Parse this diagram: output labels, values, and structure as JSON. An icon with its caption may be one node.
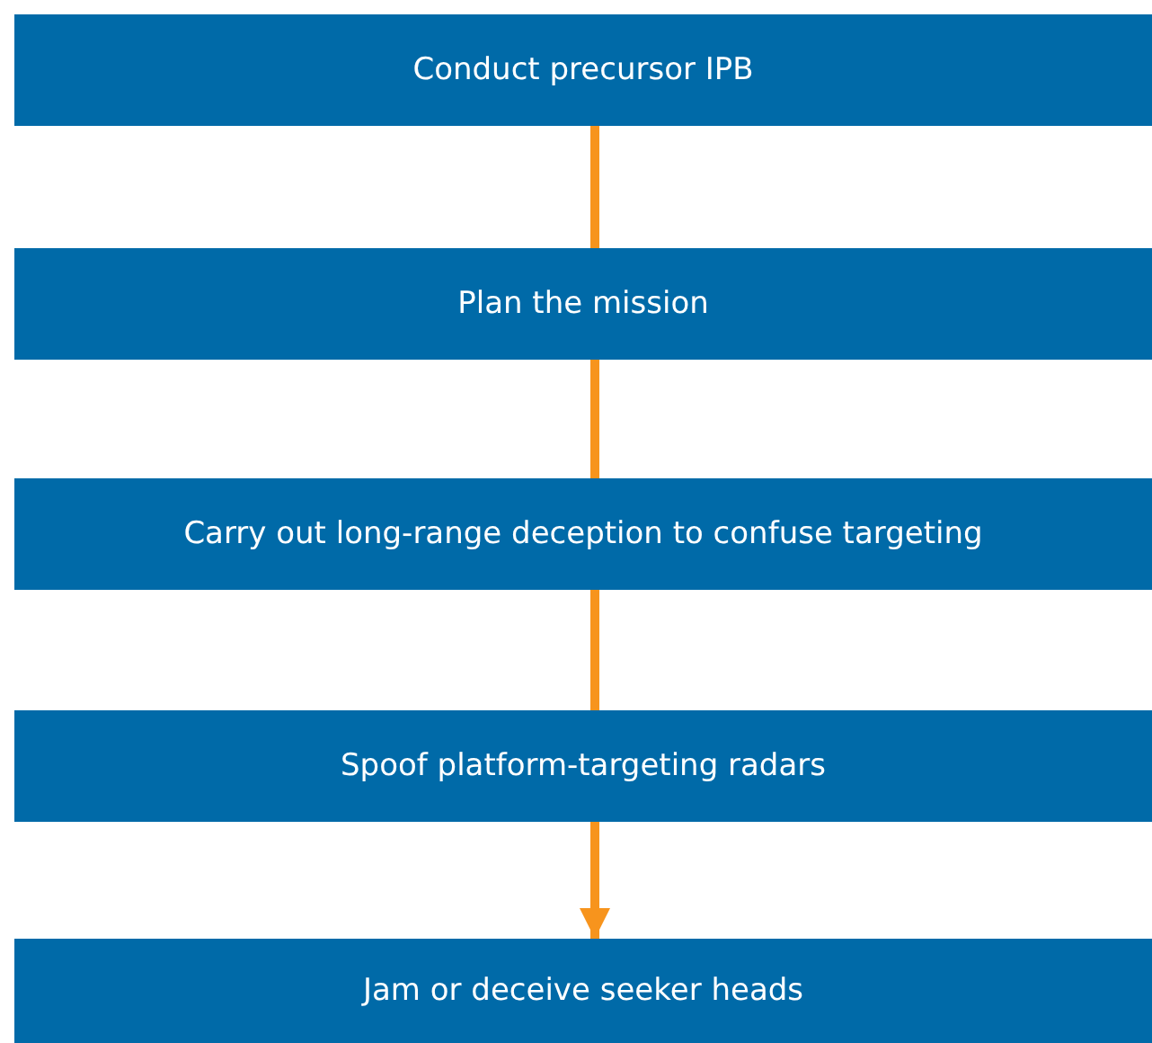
{
  "diagram": {
    "nodes": [
      {
        "text": [
          "Conduct precursor IPB"
        ]
      },
      {
        "text": [
          "Plan the mission"
        ]
      },
      {
        "text": [
          "Carry out long-range deception to confuse targeting"
        ]
      },
      {
        "text": [
          "Spoof platform-targeting radars"
        ]
      },
      {
        "text": [
          "Jam or deceive seeker heads"
        ]
      }
    ],
    "edges": [
      {
        "from": 0,
        "to": 1,
        "arrow": "none"
      },
      {
        "from": 1,
        "to": 2,
        "arrow": "none"
      },
      {
        "from": 2,
        "to": 3,
        "arrow": "none"
      },
      {
        "from": 3,
        "to": 4,
        "arrow": "to"
      }
    ]
  }
}
